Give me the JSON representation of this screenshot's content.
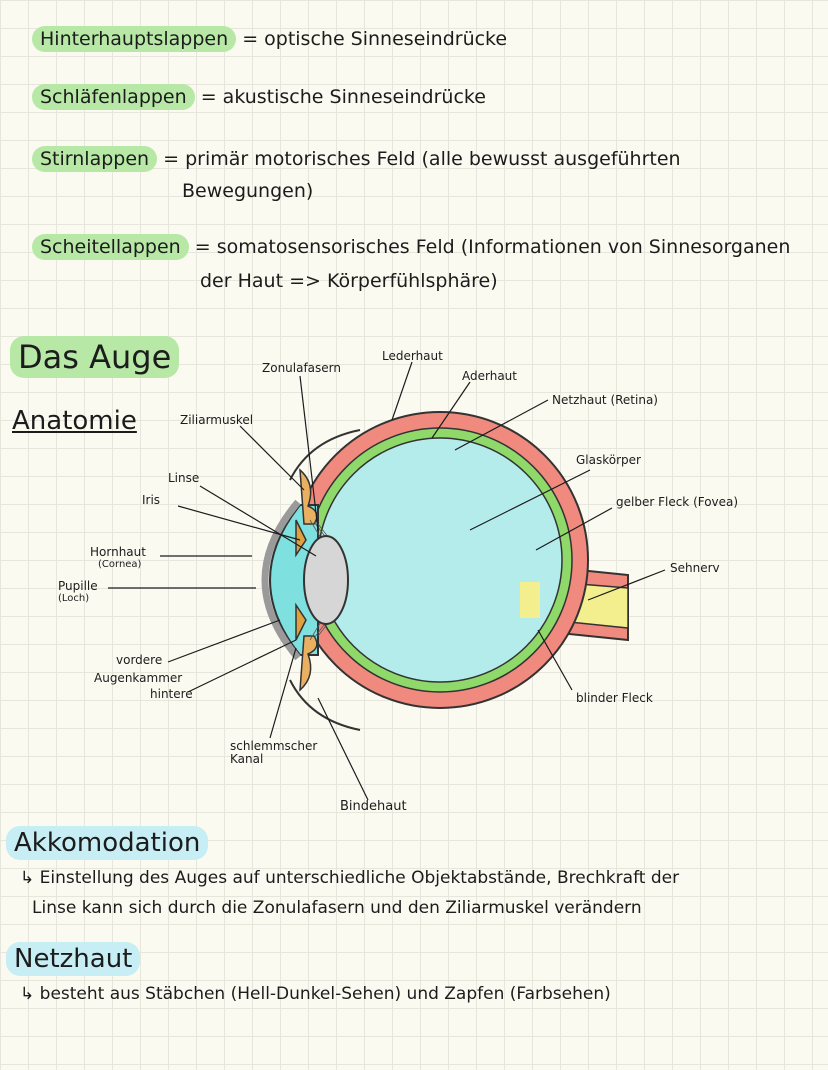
{
  "lobes": [
    {
      "term": "Hinterhauptslappen",
      "desc": "= optische Sinneseindrücke"
    },
    {
      "term": "Schläfenlappen",
      "desc": "= akustische Sinneseindrücke"
    },
    {
      "term": "Stirnlappen",
      "desc": "= primär motorisches Feld (alle bewusst ausgeführten",
      "desc2": "Bewegungen)"
    },
    {
      "term": "Scheitellappen",
      "desc": "= somatosensorisches Feld (Informationen von Sinnesorganen",
      "desc2": "der Haut => Körperfühlsphäre)"
    }
  ],
  "eye": {
    "title": "Das Auge",
    "subtitle": "Anatomie",
    "labels": {
      "zonulafasern": "Zonulafasern",
      "lederhaut": "Lederhaut",
      "aderhaut": "Aderhaut",
      "netzhaut": "Netzhaut (Retina)",
      "ziliarmuskel": "Ziliarmuskel",
      "glaskoerper": "Glaskörper",
      "linse": "Linse",
      "iris": "Iris",
      "gelber_fleck": "gelber Fleck (Fovea)",
      "hornhaut": "Hornhaut",
      "cornea": "(Cornea)",
      "sehnerv": "Sehnerv",
      "pupille": "Pupille",
      "loch": "(Loch)",
      "vordere": "vordere",
      "augenkammer": "Augenkammer",
      "hintere": "hintere",
      "blinder_fleck": "blinder Fleck",
      "schlemmscher": "schlemmscher",
      "kanal": "Kanal",
      "bindehaut": "Bindehaut"
    }
  },
  "akkomodation": {
    "title": "Akkomodation",
    "line1": "↳ Einstellung des Auges auf unterschiedliche Objektabstände, Brechkraft der",
    "line2": "Linse kann sich durch die Zonulafasern und den Ziliarmuskel verändern"
  },
  "netzhaut": {
    "title": "Netzhaut",
    "line1": "↳ besteht aus Stäbchen (Hell-Dunkel-Sehen) und Zapfen (Farbsehen)"
  }
}
